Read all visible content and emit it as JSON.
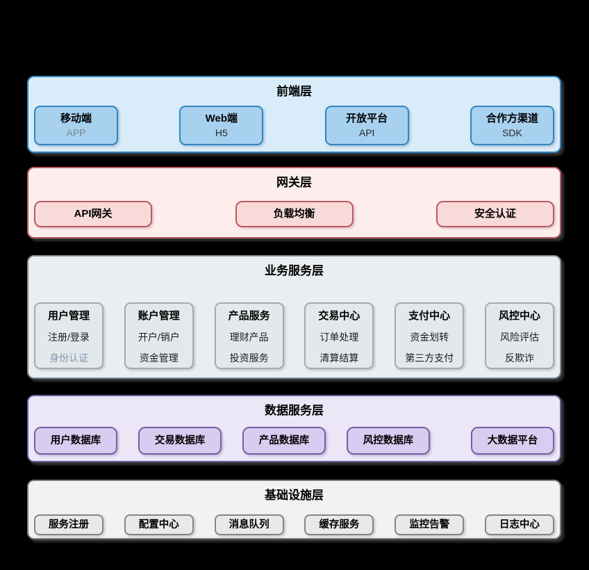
{
  "palette": {
    "page_background": "#000000",
    "frontend": {
      "layer_bg": "#d9ecf9",
      "layer_border": "#2e86c1",
      "box_bg": "#a7d1ef",
      "box_border": "#2e86c1"
    },
    "gateway": {
      "layer_bg": "#fdeeed",
      "layer_border": "#bb5a64",
      "box_bg": "#f8dbd9",
      "box_border": "#bb5a64"
    },
    "business": {
      "layer_bg": "#eaeef1",
      "layer_border": "#808e99",
      "box_bg": "#e3e8eb",
      "box_border": "#9fabb3"
    },
    "data": {
      "layer_bg": "#ece7f7",
      "layer_border": "#6b5b9b",
      "box_bg": "#d8cdf0",
      "box_border": "#7a5ca7"
    },
    "infra": {
      "layer_bg": "#f2f2f2",
      "layer_border": "#7d7d7d",
      "box_bg": "#e9e9e9",
      "box_border": "#858585"
    },
    "text_default": "#000000",
    "text_gray": "#76828e",
    "text_slate": "#7f97b3"
  },
  "layers": {
    "frontend": {
      "title": "前端层",
      "boxes": [
        {
          "title": "移动端",
          "subtitle": "APP"
        },
        {
          "title": "Web端",
          "subtitle": "H5"
        },
        {
          "title": "开放平台",
          "subtitle": "API"
        },
        {
          "title": "合作方渠道",
          "subtitle": "SDK"
        }
      ]
    },
    "gateway": {
      "title": "网关层",
      "boxes": [
        {
          "label": "API网关"
        },
        {
          "label": "负载均衡"
        },
        {
          "label": "安全认证"
        }
      ]
    },
    "business": {
      "title": "业务服务层",
      "boxes": [
        {
          "title": "用户管理",
          "lines": [
            "注册/登录",
            "身份认证"
          ]
        },
        {
          "title": "账户管理",
          "lines": [
            "开户/销户",
            "资金管理"
          ]
        },
        {
          "title": "产品服务",
          "lines": [
            "理财产品",
            "投资服务"
          ]
        },
        {
          "title": "交易中心",
          "lines": [
            "订单处理",
            "清算结算"
          ]
        },
        {
          "title": "支付中心",
          "lines": [
            "资金划转",
            "第三方支付"
          ]
        },
        {
          "title": "风控中心",
          "lines": [
            "风险评估",
            "反欺诈"
          ]
        }
      ]
    },
    "data": {
      "title": "数据服务层",
      "boxes": [
        {
          "label": "用户数据库"
        },
        {
          "label": "交易数据库"
        },
        {
          "label": "产品数据库"
        },
        {
          "label": "风控数据库"
        },
        {
          "label": "大数据平台"
        }
      ]
    },
    "infra": {
      "title": "基础设施层",
      "boxes": [
        {
          "label": "服务注册"
        },
        {
          "label": "配置中心"
        },
        {
          "label": "消息队列"
        },
        {
          "label": "缓存服务"
        },
        {
          "label": "监控告警"
        },
        {
          "label": "日志中心"
        }
      ]
    }
  }
}
